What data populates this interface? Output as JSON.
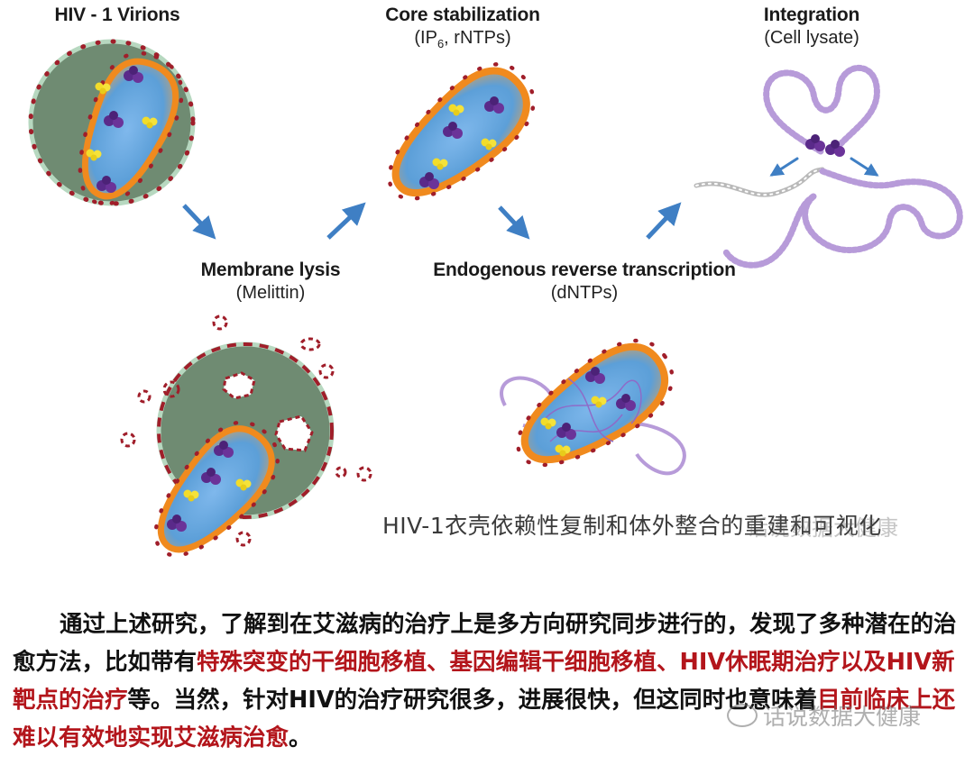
{
  "figure": {
    "stages": [
      {
        "title": "HIV - 1 Virions",
        "subtitle": ""
      },
      {
        "title": "Core stabilization",
        "subtitle_main": "(IP",
        "subtitle_sub": "6",
        "subtitle_rest": ", rNTPs)"
      },
      {
        "title": "Integration",
        "subtitle": "(Cell lysate)"
      },
      {
        "title": "Membrane lysis",
        "subtitle": "(Melittin)"
      },
      {
        "title": "Endogenous reverse transcription",
        "subtitle": "(dNTPs)"
      }
    ],
    "caption": "HIV-1衣壳依赖性复制和体外整合的重建和可视化",
    "watermark_top": "话说数据大健康",
    "colors": {
      "capsid_outline": "#f08a1e",
      "capsid_fill": "#c9a06a",
      "rna_blue": "#4f9fe0",
      "membrane_dot": "#a01e2a",
      "vesicle_fill": "#6f8b72",
      "protein_purple": "#5a2a8a",
      "protein_yellow": "#f2dc2a",
      "arrow_blue": "#3f7fc4",
      "dna_lavender": "#b79bd9"
    }
  },
  "paragraph": {
    "s1": "通过上述研究，了解到在艾滋病的治疗上是多方向研究同步进行的，发现了多种潜在的治愈方法，比如带有",
    "h1": "特殊突变的干细胞移植、基因编辑干细胞移植、HIV休眠期治疗以及HIV新靶点的治疗",
    "s2": "等。当然，针对HIV的治疗研究很多，进展很快，但这同时也意味着",
    "h2": "目前临床上还难以有效地实现艾滋病治愈",
    "s3": "。"
  },
  "watermark_bottom": "话说数据大健康"
}
